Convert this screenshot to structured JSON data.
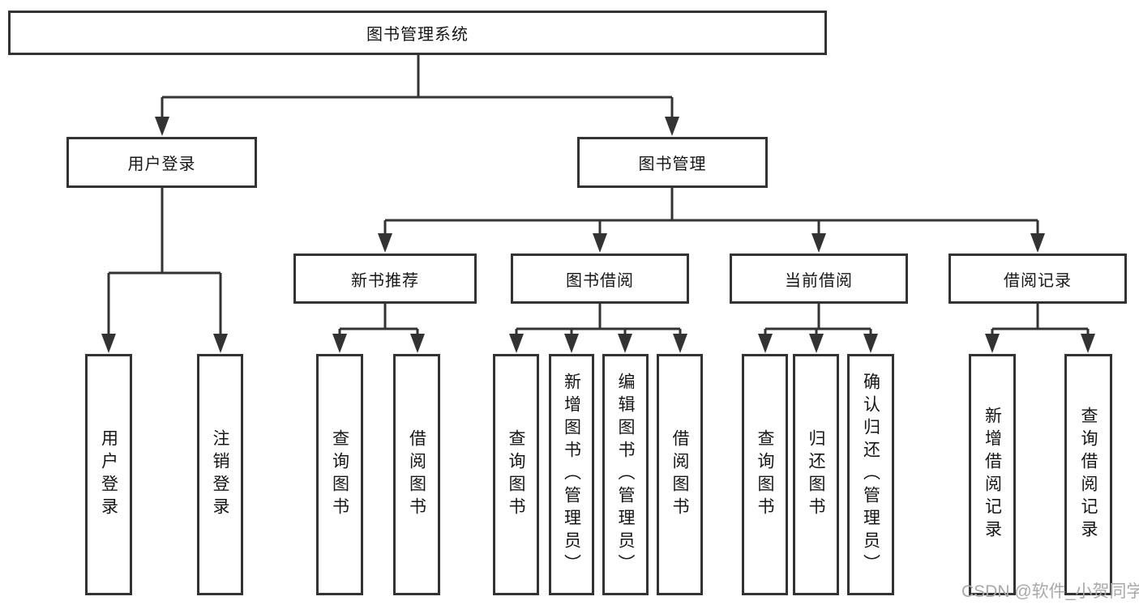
{
  "diagram": {
    "type": "hierarchy-tree",
    "tree": {
      "label": "图书管理系统",
      "children": [
        {
          "label": "用户登录",
          "children": [
            {
              "label": "用户登录"
            },
            {
              "label": "注销登录"
            }
          ]
        },
        {
          "label": "图书管理",
          "children": [
            {
              "label": "新书推荐",
              "children": [
                {
                  "label": "查询图书"
                },
                {
                  "label": "借阅图书"
                }
              ]
            },
            {
              "label": "图书借阅",
              "children": [
                {
                  "label": "查询图书"
                },
                {
                  "label": "新增图书（管理员）"
                },
                {
                  "label": "编辑图书（管理员）"
                },
                {
                  "label": "借阅图书"
                }
              ]
            },
            {
              "label": "当前借阅",
              "children": [
                {
                  "label": "查询图书"
                },
                {
                  "label": "归还图书"
                },
                {
                  "label": "确认归还（管理员）"
                }
              ]
            },
            {
              "label": "借阅记录",
              "children": [
                {
                  "label": "新增借阅记录"
                },
                {
                  "label": "查询借阅记录"
                }
              ]
            }
          ]
        }
      ]
    },
    "colors": {
      "line": "#333333",
      "box_border": "#333333",
      "box_fill": "#ffffff",
      "text": "#161616",
      "watermark": "#a9a9a9",
      "background": "#ffffff"
    }
  },
  "watermark": {
    "text": "CSDN @软件_小贺同学"
  }
}
